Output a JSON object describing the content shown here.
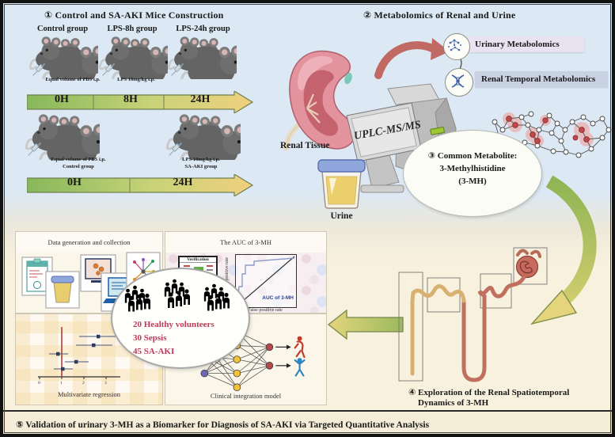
{
  "section1": {
    "title": "①  Control and SA-AKI Mice Construction",
    "group_labels": [
      "Control group",
      "LPS-8h group",
      "LPS-24h group"
    ],
    "row1_caption_pbs": "Equal volume of PBS i.p.",
    "row1_caption_lps": "LPS 10mg/kg i.p.",
    "timeline1": [
      "0H",
      "8H",
      "24H"
    ],
    "row2_caption_pbs_line1": "Equal volume of PBS i.p.",
    "row2_caption_pbs_line2": "Control group",
    "row2_caption_lps_line1": "LPS 10mg/kg i.p.",
    "row2_caption_lps_line2": "SA-AKI group",
    "timeline2": [
      "0H",
      "24H"
    ]
  },
  "section2": {
    "title": "②  Metabolomics of Renal and Urine",
    "urinary_banner": "Urinary Metabolomics",
    "renal_banner": "Renal Temporal Metabolomics"
  },
  "section3": {
    "line1": "③ Common Metabolite:",
    "line2": "3-Methylhistidine",
    "line3": "(3-MH)"
  },
  "specimens": {
    "renal_label": "Renal Tissue",
    "machine_label": "UPLC-MS/MS",
    "urine_label": "Urine"
  },
  "clinical": {
    "panel_data_title": "Data generation and collection",
    "panel_auc_title": "The AUC of 3-MH",
    "monitor_label": "Verification",
    "roc_ylabel": "True positive rate",
    "roc_xlabel": "False positive rate",
    "roc_auc_label": "AUC of 3-MH",
    "cohort_lines": [
      "20 Healthy volunteers",
      "30 Sepsis",
      "45 SA-AKI"
    ],
    "forest_caption": "Multivariate regression",
    "forest_ticks": [
      "0",
      "1",
      "2",
      "3"
    ],
    "nn_caption": "Clinical integration model"
  },
  "section4": {
    "line1": "④ Exploration of the  Renal Spatiotemporal",
    "line2": "Dynamics of 3-MH"
  },
  "section5": {
    "title": "⑤  Validation of urinary 3-MH as a Biomarker for Diagnosis of SA-AKI via Targeted Quantitative Analysis"
  },
  "colors": {
    "top_background": "#dce8f4",
    "bottom_background": "#f8f1de",
    "timeline_green": "#86b85a",
    "timeline_yellow": "#f0d07e",
    "urinary_banner_bg": "#e9e2f1",
    "renal_banner_bg": "#c9d2e3",
    "cohort_text": "#c23a58",
    "red_arrow": "#c16a63",
    "green_arrow": "#9cba5e",
    "kidney_pink": "#e2939e",
    "urine_yellow": "#edd06e"
  }
}
